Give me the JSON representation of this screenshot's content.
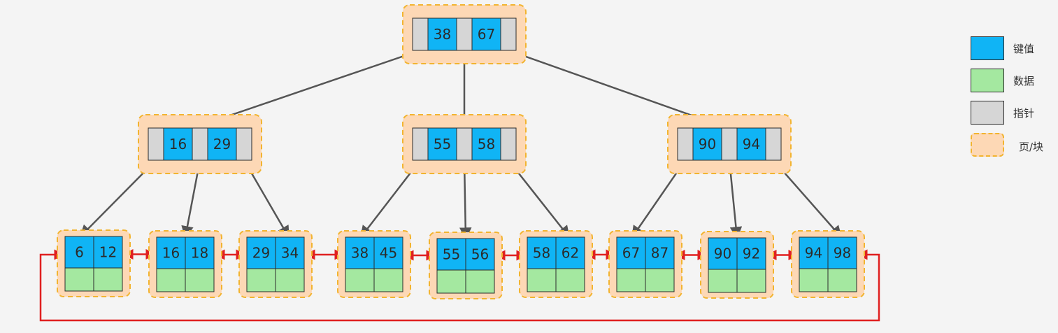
{
  "colors": {
    "key": "#10b4f5",
    "data": "#a4e8a0",
    "pointer": "#d6d6d6",
    "page_fill": "#fdd8b5",
    "page_border": "#f2b430",
    "tree_edge": "#555555",
    "leaf_link": "#e02020"
  },
  "legend": {
    "items": [
      {
        "swatch": "key",
        "label": "键值"
      },
      {
        "swatch": "data",
        "label": "数据"
      },
      {
        "swatch": "pointer",
        "label": "指针"
      },
      {
        "swatch": "page",
        "label": "页/块"
      }
    ]
  },
  "tree": {
    "root": {
      "keys": [
        "38",
        "67"
      ]
    },
    "internal": [
      {
        "keys": [
          "16",
          "29"
        ]
      },
      {
        "keys": [
          "55",
          "58"
        ]
      },
      {
        "keys": [
          "90",
          "94"
        ]
      }
    ],
    "leaves": [
      {
        "keys": [
          "6",
          "12"
        ]
      },
      {
        "keys": [
          "16",
          "18"
        ]
      },
      {
        "keys": [
          "29",
          "34"
        ]
      },
      {
        "keys": [
          "38",
          "45"
        ]
      },
      {
        "keys": [
          "55",
          "56"
        ]
      },
      {
        "keys": [
          "58",
          "62"
        ]
      },
      {
        "keys": [
          "67",
          "87"
        ]
      },
      {
        "keys": [
          "90",
          "92"
        ]
      },
      {
        "keys": [
          "94",
          "98"
        ]
      }
    ]
  }
}
